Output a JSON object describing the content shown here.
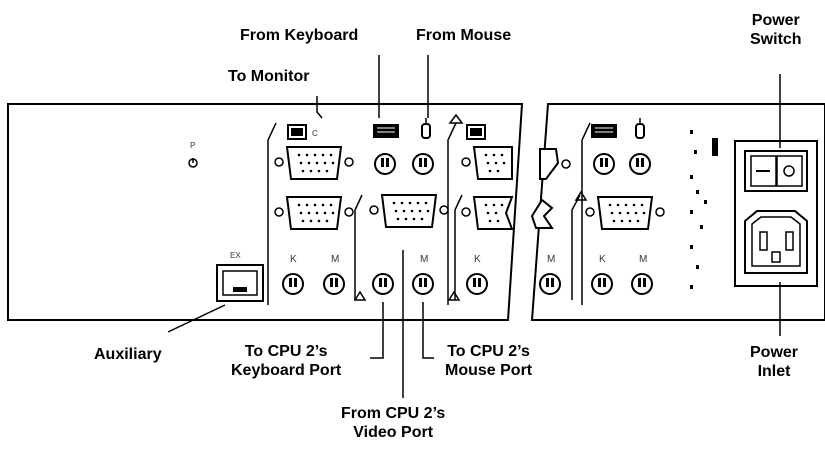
{
  "callouts": {
    "from_keyboard": "From Keyboard",
    "from_mouse": "From Mouse",
    "to_monitor": "To Monitor",
    "power_switch": [
      "Power",
      "Switch"
    ],
    "auxiliary": "Auxiliary",
    "to_cpu2_keyboard": [
      "To CPU 2’s",
      "Keyboard Port"
    ],
    "to_cpu2_mouse": [
      "To CPU 2’s",
      "Mouse Port"
    ],
    "from_cpu2_video": [
      "From CPU 2’s",
      "Video Port"
    ],
    "power_inlet": [
      "Power",
      "Inlet"
    ]
  },
  "port_marks": {
    "keyboard": "K",
    "mouse": "M"
  },
  "colors": {
    "ink": "#000000",
    "panel": "#ffffff",
    "bg": "#ffffff"
  }
}
